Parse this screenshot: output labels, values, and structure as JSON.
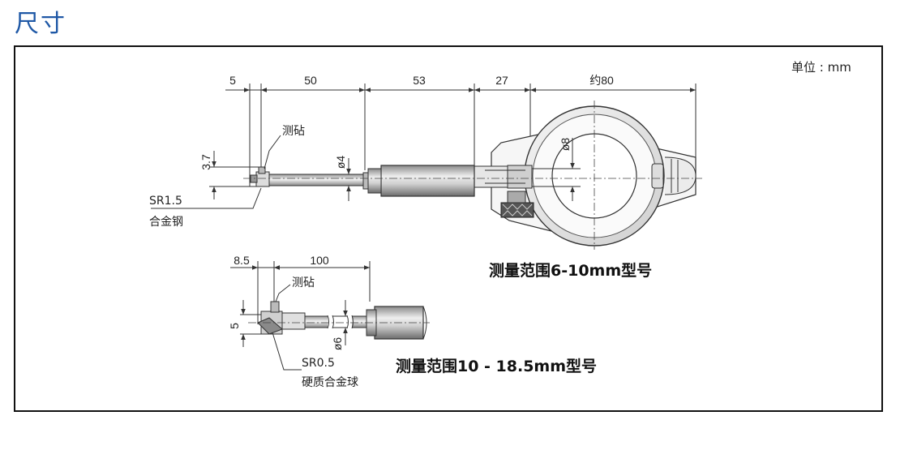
{
  "page_title": "尺寸",
  "unit_label": "单位 : mm",
  "model_a": {
    "caption": "测量范围6-10mm型号",
    "dims": {
      "d5": "5",
      "d50": "50",
      "d53": "53",
      "d27": "27",
      "d80": "约80",
      "phi8": "ø8",
      "phi4": "ø4",
      "h37": "3.7"
    },
    "anvil_label": "测砧",
    "sr_label": "SR1.5",
    "material_label": "合金钢"
  },
  "model_b": {
    "caption": "测量范围10 - 18.5mm型号",
    "dims": {
      "d85": "8.5",
      "d100": "100",
      "h5": "5",
      "phi6": "ø6"
    },
    "anvil_label": "测砧",
    "sr_label": "SR0.5",
    "material_label": "硬质合金球"
  }
}
